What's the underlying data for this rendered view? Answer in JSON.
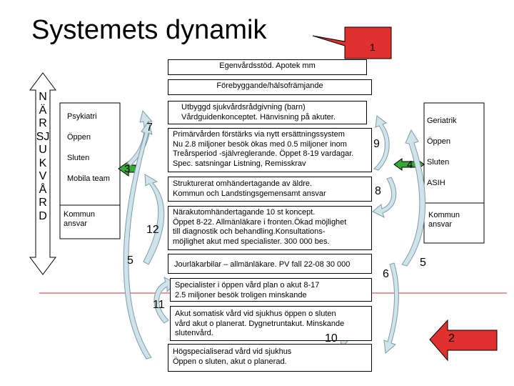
{
  "title": "Systemets dynamik",
  "markers": {
    "m1": "1",
    "m2": "2",
    "m3": "3",
    "m4": "4",
    "m5a": "5",
    "m5b": "5",
    "m6": "6",
    "m7": "7",
    "m8": "8",
    "m9": "9",
    "m10": "10",
    "m11": "11",
    "m12": "12"
  },
  "vertical_label": "NÄRSJUKVÅRD",
  "left_panel": {
    "items": [
      "Psykiatri",
      "Öppen",
      "Sluten",
      "Mobila team"
    ],
    "kommun": [
      "Kommun",
      "ansvar"
    ]
  },
  "right_panel": {
    "items": [
      "Geriatrik",
      "Öppen",
      "Sluten",
      "ASIH"
    ],
    "kommun": [
      "Kommun",
      "ansvar"
    ]
  },
  "boxes": {
    "egenvard": "Egenvårdsstöd. Apotek mm",
    "forebyggande": "Förebyggande/hälsofrämjande",
    "sjukvardsradgivning": [
      "Utbyggd sjukvårdsrådgivning (barn)",
      "Vårdguidenkonceptet. Hänvisning på akuter."
    ],
    "primarvard": [
      "Primärvården förstärks via nytt ersättningssystem",
      "Nu 2.8 miljoner besök ökas med 0.5 miljoner inom",
      "Treårsperiod -självreglerande. Öppet 8-19 vardagar.",
      "Spec.  satsningar Listning, Remisskrav"
    ],
    "strukturerat": [
      "Strukturerat omhändertagande av äldre.",
      "Kommun och Landstingsgemensamt ansvar"
    ],
    "narakut": [
      "Närakutomhändertagande 10 st koncept.",
      "Öppet 8-22. Allmänläkare i fronten.Ökad möjlighet",
      "till diagnostik och behandling.Konsultations-",
      "möjlighet akut med specialister. 300 000 bes."
    ],
    "jourlakarbilar": "Jourläkarbilar – allmänläkare. PV fall 22-08  30 000",
    "specialister": [
      "Specialister i öppen vård plan o akut 8-17",
      "2.5 miljoner besök troligen minskande"
    ],
    "akut_somatisk": [
      "Akut somatisk vård vid sjukhus  öppen o sluten",
      "vård akut o planerat. Dygnetruntakut. Minskande",
      "slutenvård."
    ],
    "hogspecialiserad": [
      "Högspecialiserad vård vid sjukhus",
      "Öppen o sluten, akut o planerad."
    ]
  }
}
